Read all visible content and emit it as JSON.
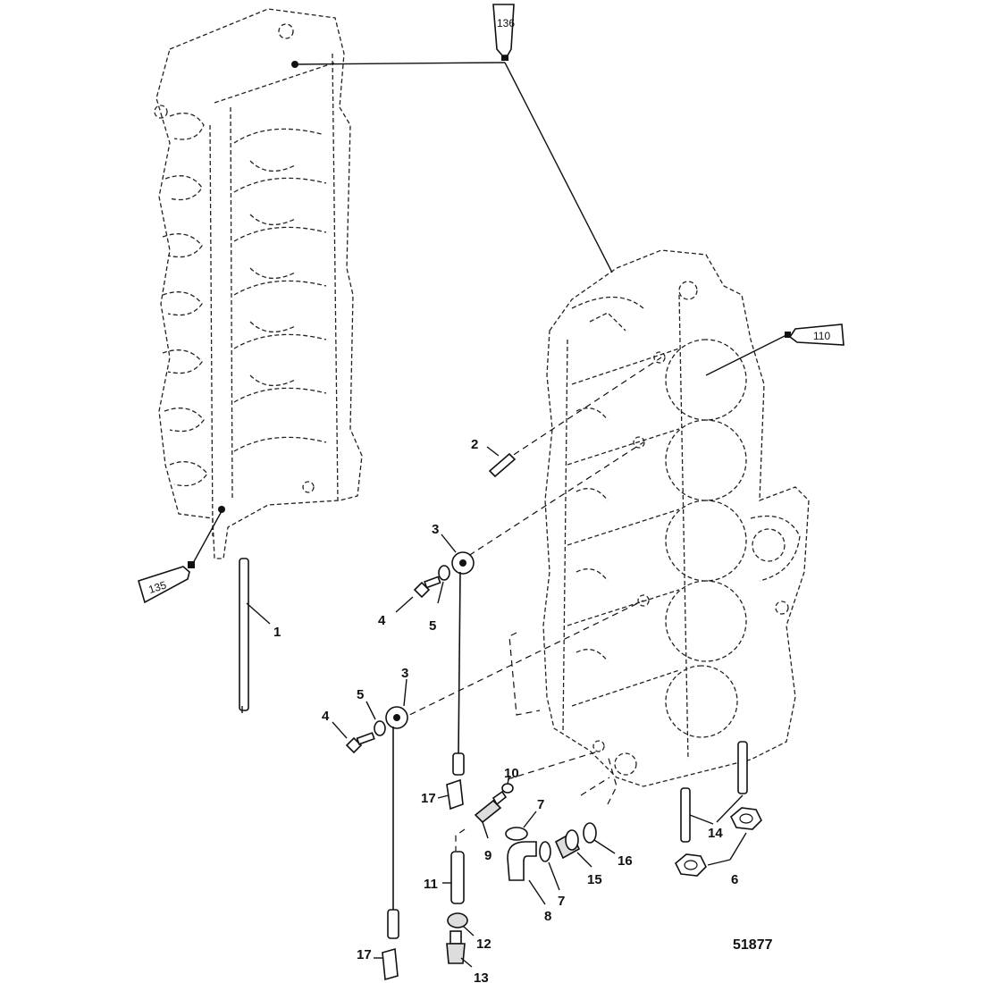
{
  "figure_number": "51877",
  "sealant_tubes": [
    {
      "id": "tube-136",
      "label": "136"
    },
    {
      "id": "tube-110",
      "label": "110"
    },
    {
      "id": "tube-135",
      "label": "135"
    }
  ],
  "callouts": [
    {
      "id": "c1",
      "text": "1"
    },
    {
      "id": "c2",
      "text": "2"
    },
    {
      "id": "c3a",
      "text": "3"
    },
    {
      "id": "c3b",
      "text": "3"
    },
    {
      "id": "c4a",
      "text": "4"
    },
    {
      "id": "c4b",
      "text": "4"
    },
    {
      "id": "c5a",
      "text": "5"
    },
    {
      "id": "c5b",
      "text": "5"
    },
    {
      "id": "c6",
      "text": "6"
    },
    {
      "id": "c7a",
      "text": "7"
    },
    {
      "id": "c7b",
      "text": "7"
    },
    {
      "id": "c8",
      "text": "8"
    },
    {
      "id": "c9",
      "text": "9"
    },
    {
      "id": "c10",
      "text": "10"
    },
    {
      "id": "c11",
      "text": "11"
    },
    {
      "id": "c12",
      "text": "12"
    },
    {
      "id": "c13",
      "text": "13"
    },
    {
      "id": "c14",
      "text": "14"
    },
    {
      "id": "c15",
      "text": "15"
    },
    {
      "id": "c16",
      "text": "16"
    },
    {
      "id": "c17a",
      "text": "17"
    },
    {
      "id": "c17b",
      "text": "17"
    }
  ]
}
